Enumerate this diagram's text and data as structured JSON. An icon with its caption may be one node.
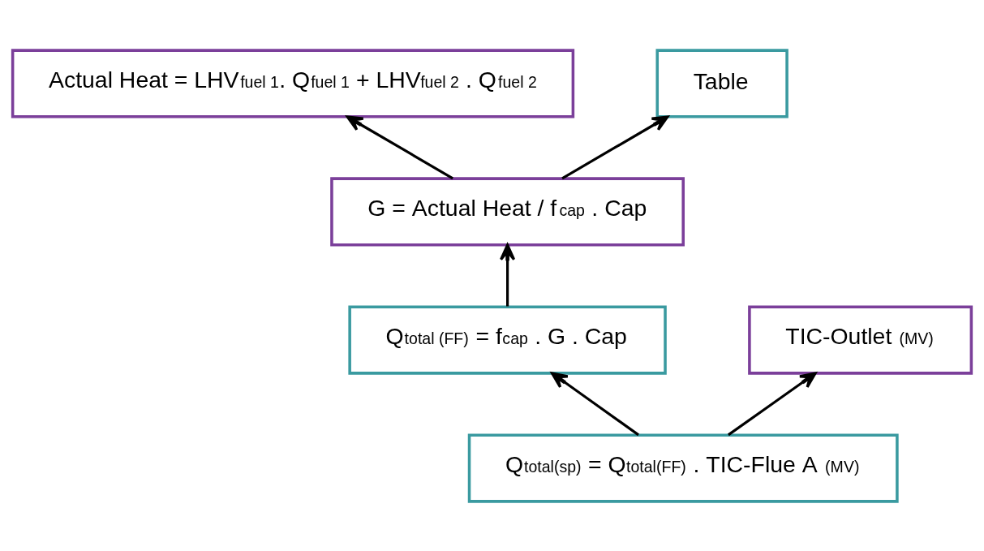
{
  "diagram": {
    "nodes": [
      {
        "text": [
          "Actual Heat = LHV$_{fuel 1}$. Q$_{fuel 1}$ + LHV$_{fuel 2}$ . Q$_{fuel 2}$"
        ]
      },
      {
        "text": [
          "Table"
        ]
      },
      {
        "text": [
          "G = Actual Heat / f$_{cap}$ . Cap"
        ]
      },
      {
        "text": [
          "Q$_{total (FF)}$ = f$_{cap}$ . G . Cap"
        ]
      },
      {
        "text": [
          "TIC-Outlet $_{(MV)}$"
        ]
      },
      {
        "text": [
          "Q$_{total(sp)}$ = Q$_{total(FF)}$ . TIC-Flue A $_{(MV)}$"
        ]
      }
    ],
    "edges": [
      {
        "from": 2,
        "to": 0,
        "arrow": "to"
      },
      {
        "from": 2,
        "to": 1,
        "arrow": "to"
      },
      {
        "from": 3,
        "to": 2,
        "arrow": "to"
      },
      {
        "from": 5,
        "to": 3,
        "arrow": "to"
      },
      {
        "from": 5,
        "to": 4,
        "arrow": "to"
      }
    ]
  }
}
